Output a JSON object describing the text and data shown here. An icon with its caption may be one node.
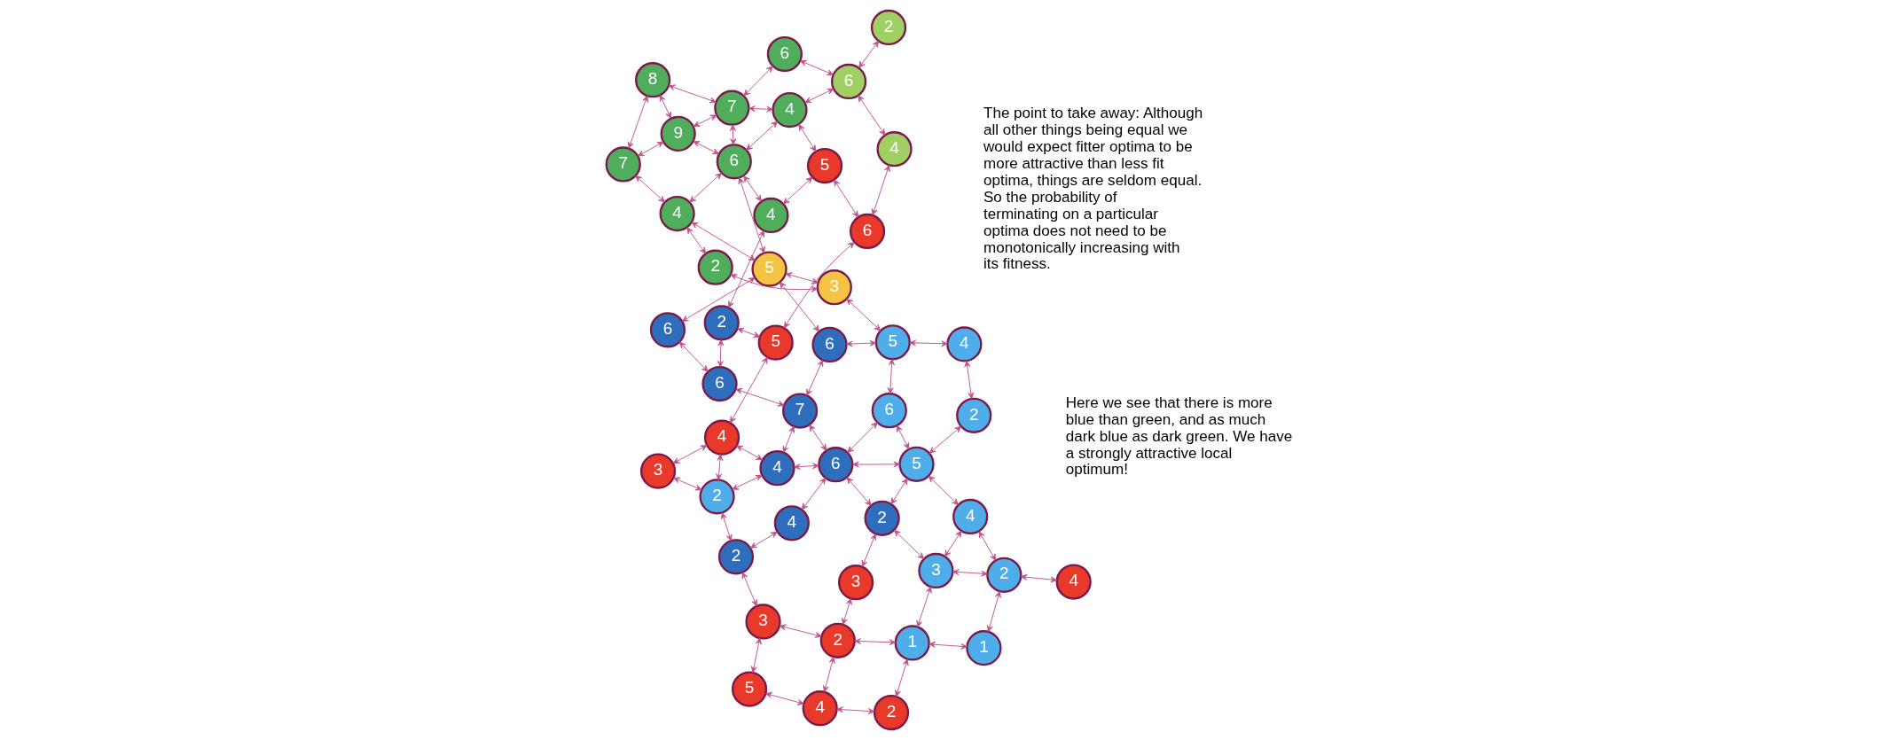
{
  "diagram": {
    "nodes": [
      {
        "text": [
          "5"
        ]
      },
      {
        "text": [
          "3"
        ]
      },
      {
        "text": [
          "3"
        ]
      },
      {
        "text": [
          "2"
        ]
      },
      {
        "text": [
          "5"
        ]
      },
      {
        "text": [
          "6"
        ]
      },
      {
        "text": [
          "4"
        ]
      },
      {
        "text": [
          "2"
        ]
      },
      {
        "text": [
          "2"
        ]
      },
      {
        "text": [
          "4"
        ]
      },
      {
        "text": [
          "2"
        ]
      },
      {
        "text": [
          "4"
        ]
      },
      {
        "text": [
          "2"
        ]
      },
      {
        "text": [
          "5"
        ]
      },
      {
        "text": [
          "6"
        ]
      },
      {
        "text": [
          "2"
        ]
      },
      {
        "text": [
          "4"
        ]
      },
      {
        "text": [
          "3"
        ]
      },
      {
        "text": [
          "4"
        ]
      },
      {
        "text": [
          "6"
        ]
      },
      {
        "text": [
          "4"
        ]
      },
      {
        "text": [
          "4"
        ]
      },
      {
        "text": [
          "6"
        ]
      },
      {
        "text": [
          "1"
        ]
      },
      {
        "text": [
          "6"
        ]
      },
      {
        "text": [
          "1"
        ]
      },
      {
        "text": [
          "2"
        ]
      },
      {
        "text": [
          "6"
        ]
      },
      {
        "text": [
          "7"
        ]
      },
      {
        "text": [
          "6"
        ]
      },
      {
        "text": [
          "7"
        ]
      },
      {
        "text": [
          "3"
        ]
      },
      {
        "text": [
          "5"
        ]
      },
      {
        "text": [
          "6"
        ]
      },
      {
        "text": [
          "9"
        ]
      },
      {
        "text": [
          "2"
        ]
      },
      {
        "text": [
          "5"
        ]
      },
      {
        "text": [
          "6"
        ]
      },
      {
        "text": [
          "4"
        ]
      },
      {
        "text": [
          "8"
        ]
      },
      {
        "text": [
          "5"
        ]
      },
      {
        "text": [
          "3"
        ]
      },
      {
        "text": [
          "4"
        ]
      },
      {
        "text": [
          "4"
        ]
      },
      {
        "text": [
          "2"
        ]
      },
      {
        "text": [
          "4"
        ]
      },
      {
        "text": [
          "2"
        ]
      },
      {
        "text": [
          "7"
        ]
      }
    ],
    "edges": [
      {
        "from": 0,
        "to": 1,
        "arrow": "both"
      },
      {
        "from": 0,
        "to": 9,
        "arrow": "both"
      },
      {
        "from": 1,
        "to": 8,
        "arrow": "both"
      },
      {
        "from": 1,
        "to": 10,
        "arrow": "both"
      },
      {
        "from": 9,
        "to": 10,
        "arrow": "both"
      },
      {
        "from": 9,
        "to": 15,
        "arrow": "both"
      },
      {
        "from": 10,
        "to": 23,
        "arrow": "both"
      },
      {
        "from": 10,
        "to": 17,
        "arrow": "both"
      },
      {
        "from": 15,
        "to": 23,
        "arrow": "both"
      },
      {
        "from": 3,
        "to": 8,
        "arrow": "both"
      },
      {
        "from": 3,
        "to": 2,
        "arrow": "both"
      },
      {
        "from": 2,
        "to": 11,
        "arrow": "both"
      },
      {
        "from": 3,
        "to": 11,
        "arrow": "both"
      },
      {
        "from": 3,
        "to": 16,
        "arrow": "both"
      },
      {
        "from": 8,
        "to": 18,
        "arrow": "both"
      },
      {
        "from": 11,
        "to": 16,
        "arrow": "both"
      },
      {
        "from": 11,
        "to": 4,
        "arrow": "both"
      },
      {
        "from": 4,
        "to": 5,
        "arrow": "both"
      },
      {
        "from": 4,
        "to": 12,
        "arrow": "both"
      },
      {
        "from": 5,
        "to": 6,
        "arrow": "both"
      },
      {
        "from": 5,
        "to": 13,
        "arrow": "both"
      },
      {
        "from": 6,
        "to": 14,
        "arrow": "both"
      },
      {
        "from": 7,
        "to": 14,
        "arrow": "both"
      },
      {
        "from": 12,
        "to": 19,
        "arrow": "both"
      },
      {
        "from": 12,
        "to": 20,
        "arrow": "both"
      },
      {
        "from": 13,
        "to": 20,
        "arrow": "both"
      },
      {
        "from": 13,
        "to": 21,
        "arrow": "both"
      },
      {
        "from": 14,
        "to": 21,
        "arrow": "both"
      },
      {
        "from": 14,
        "to": 22,
        "arrow": "both"
      },
      {
        "from": 16,
        "to": 27,
        "arrow": "both"
      },
      {
        "from": 16,
        "to": 28,
        "arrow": "both"
      },
      {
        "from": 18,
        "to": 27,
        "arrow": "both"
      },
      {
        "from": 17,
        "to": 26,
        "arrow": "both"
      },
      {
        "from": 23,
        "to": 25,
        "arrow": "both"
      },
      {
        "from": 23,
        "to": 31,
        "arrow": "both"
      },
      {
        "from": 25,
        "to": 35,
        "arrow": "both"
      },
      {
        "from": 19,
        "to": 28,
        "arrow": "both"
      },
      {
        "from": 19,
        "to": 24,
        "arrow": "both"
      },
      {
        "from": 20,
        "to": 29,
        "arrow": "both"
      },
      {
        "from": 21,
        "to": 29,
        "arrow": "both"
      },
      {
        "from": 21,
        "to": 30,
        "arrow": "both"
      },
      {
        "from": 22,
        "to": 30,
        "arrow": "both"
      },
      {
        "from": 26,
        "to": 27,
        "arrow": "both"
      },
      {
        "from": 26,
        "to": 31,
        "arrow": "both"
      },
      {
        "from": 26,
        "to": 36,
        "arrow": "both"
      },
      {
        "from": 27,
        "to": 28,
        "arrow": "both"
      },
      {
        "from": 27,
        "to": 36,
        "arrow": "both"
      },
      {
        "from": 27,
        "to": 37,
        "arrow": "both"
      },
      {
        "from": 28,
        "to": 33,
        "arrow": "both"
      },
      {
        "from": 24,
        "to": 32,
        "arrow": "both"
      },
      {
        "from": 29,
        "to": 32,
        "arrow": "both"
      },
      {
        "from": 29,
        "to": 30,
        "arrow": "both"
      },
      {
        "from": 29,
        "to": 34,
        "arrow": "both"
      },
      {
        "from": 29,
        "to": 38,
        "arrow": "both"
      },
      {
        "from": 30,
        "to": 34,
        "arrow": "both"
      },
      {
        "from": 30,
        "to": 39,
        "arrow": "both"
      },
      {
        "from": 32,
        "to": 33,
        "arrow": "both"
      },
      {
        "from": 32,
        "to": 41,
        "arrow": "both"
      },
      {
        "from": 32,
        "to": 38,
        "arrow": "both"
      },
      {
        "from": 31,
        "to": 35,
        "arrow": "both"
      },
      {
        "from": 31,
        "to": 42,
        "arrow": "both"
      },
      {
        "from": 35,
        "to": 42,
        "arrow": "both"
      },
      {
        "from": 35,
        "to": 43,
        "arrow": "both"
      },
      {
        "from": 36,
        "to": 37,
        "arrow": "both"
      },
      {
        "from": 36,
        "to": 42,
        "arrow": "both"
      },
      {
        "from": 36,
        "to": 44,
        "arrow": "both"
      },
      {
        "from": 37,
        "to": 40,
        "arrow": "both"
      },
      {
        "from": 33,
        "to": 40,
        "arrow": "both"
      },
      {
        "from": 40,
        "to": 41,
        "arrow": "both"
      },
      {
        "from": 40,
        "to": 45,
        "arrow": "both"
      },
      {
        "from": 44,
        "to": 45,
        "arrow": "both"
      },
      {
        "from": 41,
        "to": 46,
        "arrow": "both"
      },
      {
        "from": 46,
        "to": 38,
        "arrow": "both"
      },
      {
        "from": 38,
        "to": 47,
        "arrow": "both"
      },
      {
        "from": 34,
        "to": 47,
        "arrow": "both"
      },
      {
        "from": 39,
        "to": 34,
        "arrow": "both"
      },
      {
        "from": 39,
        "to": 47,
        "arrow": "both"
      }
    ],
    "labels": [
      "Here we see that there is more blue than green, and as much dark blue as dark green. We have a strongly attractive local optimum!",
      "The point to take away: Although all other things being equal we would expect fitter optima to be more attractive than less fit optima, things are seldom equal. So the probability of terminating on a particular optima does not need to be monotonically increasing with its fitness."
    ]
  }
}
